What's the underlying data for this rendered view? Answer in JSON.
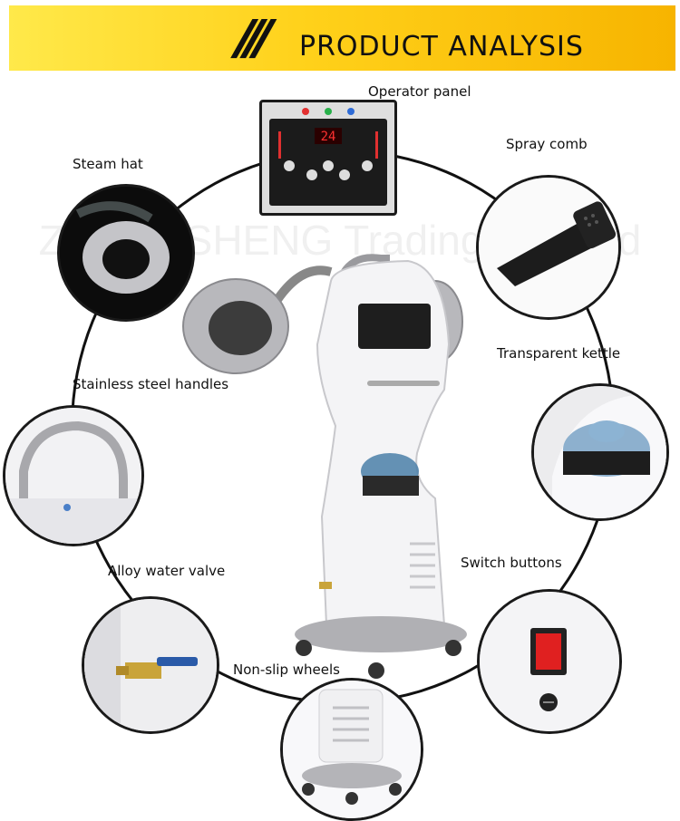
{
  "banner": {
    "slashes": "///",
    "title": "PRODUCT ANALYSIS",
    "color": "#ffd11a"
  },
  "watermark": "ZHENGSHENG Trading Co., Ltd",
  "labels": {
    "operator_panel": "Operator panel",
    "steam_hat": "Steam hat",
    "spray_comb": "Spray comb",
    "transparent_kettle": "Transparent kettle",
    "stainless_handles": "Stainless steel handles",
    "alloy_valve": "Alloy water valve",
    "switch_buttons": "Switch buttons",
    "nonslip_wheels": "Non-slip wheels"
  },
  "panel_display": "24",
  "icons": {
    "operator_panel": "control-panel-icon",
    "steam_hat": "steam-hat-icon",
    "spray_comb": "spray-comb-icon",
    "kettle": "kettle-icon",
    "handle": "handle-icon",
    "valve": "valve-icon",
    "switch": "switch-icon",
    "wheels": "wheels-icon"
  }
}
